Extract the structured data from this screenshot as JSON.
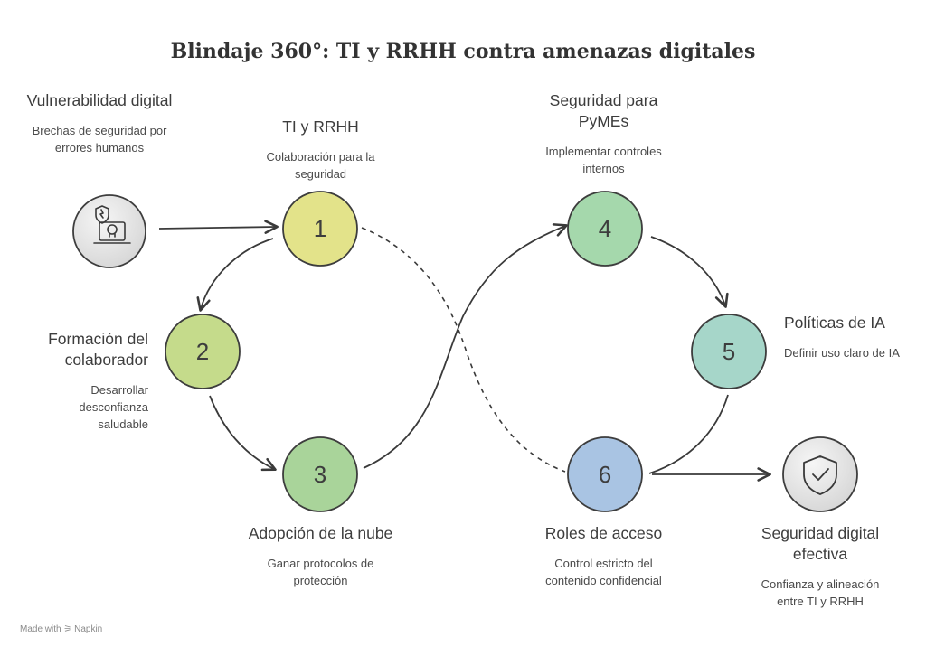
{
  "title": "Blindaje 360°: TI y RRHH contra amenazas digitales",
  "footer": "Made with ⚞ Napkin",
  "start": {
    "heading": "Vulnerabilidad digital",
    "description": "Brechas de seguridad por errores humanos",
    "icon": "laptop-skull-shield-icon"
  },
  "end": {
    "heading": "Seguridad digital efectiva",
    "description": "Confianza y alineación entre TI y RRHH",
    "icon": "shield-check-icon"
  },
  "steps": [
    {
      "number": "1",
      "heading": "TI y RRHH",
      "description": "Colaboración para la seguridad",
      "color": "#e3e38a"
    },
    {
      "number": "2",
      "heading": "Formación del colaborador",
      "description": "Desarrollar desconfianza saludable",
      "color": "#c5db8b"
    },
    {
      "number": "3",
      "heading": "Adopción de la nube",
      "description": "Ganar protocolos de protección",
      "color": "#a9d49a"
    },
    {
      "number": "4",
      "heading": "Seguridad para PyMEs",
      "description": "Implementar controles internos",
      "color": "#a5d8ac"
    },
    {
      "number": "5",
      "heading": "Políticas de IA",
      "description": "Definir uso claro de IA",
      "color": "#a6d6c9"
    },
    {
      "number": "6",
      "heading": "Roles de acceso",
      "description": "Control estricto del contenido confidencial",
      "color": "#a9c4e3"
    }
  ]
}
